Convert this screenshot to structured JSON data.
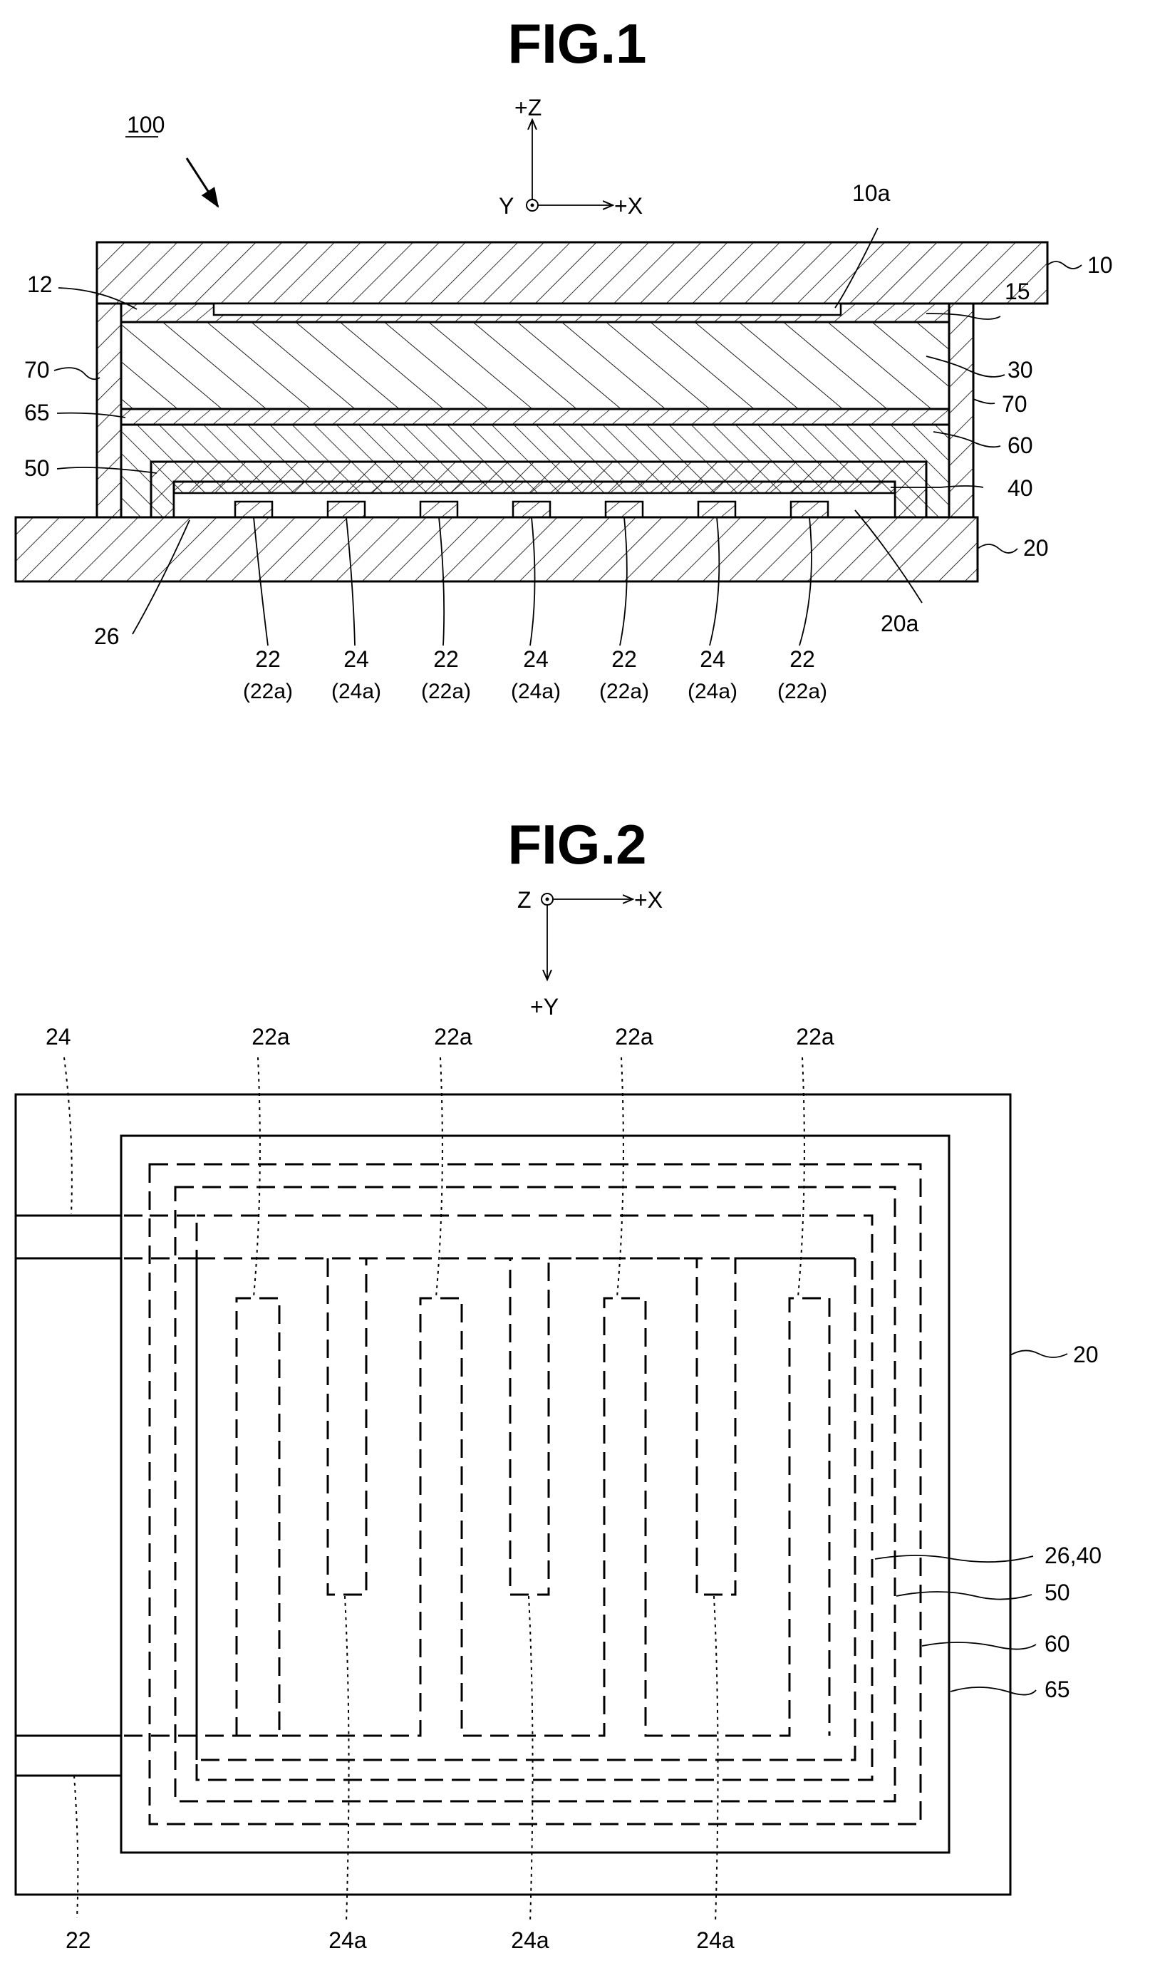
{
  "fig1": {
    "title": "FIG.1",
    "device_ref": "100",
    "axes": {
      "z": "+Z",
      "y": "Y",
      "x": "+X"
    },
    "labels": {
      "l10": "10",
      "l10a": "10a",
      "l12": "12",
      "l15": "15",
      "l30": "30",
      "l70_left": "70",
      "l70_right": "70",
      "l65": "65",
      "l60": "60",
      "l50": "50",
      "l40": "40",
      "l20": "20",
      "l20a": "20a",
      "l26": "26"
    },
    "bottom_labels": [
      {
        "main": "22",
        "sub": "(22a)"
      },
      {
        "main": "24",
        "sub": "(24a)"
      },
      {
        "main": "22",
        "sub": "(22a)"
      },
      {
        "main": "24",
        "sub": "(24a)"
      },
      {
        "main": "22",
        "sub": "(22a)"
      },
      {
        "main": "24",
        "sub": "(24a)"
      },
      {
        "main": "22",
        "sub": "(22a)"
      }
    ]
  },
  "fig2": {
    "title": "FIG.2",
    "axes": {
      "z": "Z",
      "x": "+X",
      "y": "+Y"
    },
    "labels": {
      "l24": "24",
      "l22": "22",
      "l20": "20",
      "l26_40": "26,40",
      "l50": "50",
      "l60": "60",
      "l65": "65"
    },
    "top_labels": [
      "22a",
      "22a",
      "22a",
      "22a"
    ],
    "bottom_labels": [
      "24a",
      "24a",
      "24a"
    ]
  }
}
